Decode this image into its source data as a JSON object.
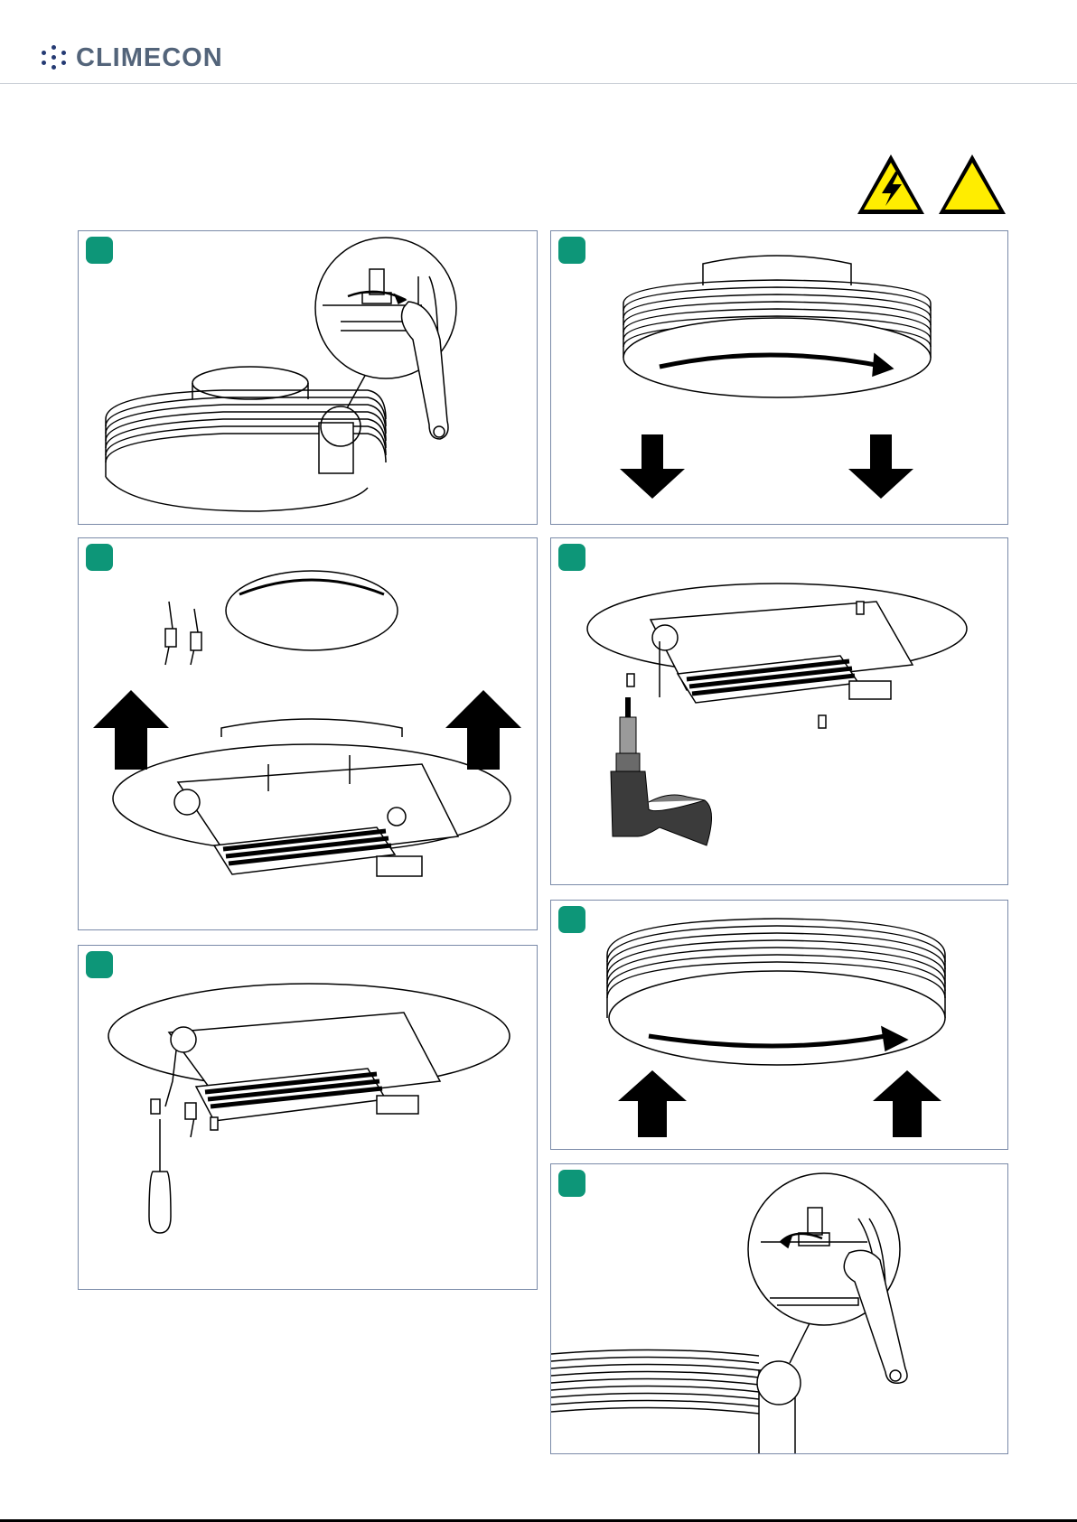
{
  "header": {
    "brand": "CLIMECON",
    "accent_color": "#243a73",
    "text_color": "#53647a"
  },
  "warnings": [
    {
      "icon": "electrical-hazard-icon",
      "color": "#ffed00"
    },
    {
      "icon": "general-warning-icon",
      "color": "#ffed00"
    }
  ],
  "steps": [
    {
      "badge": "",
      "illustration": "loosen-nut-wrench"
    },
    {
      "badge": "",
      "illustration": "rotate-and-lower-cover"
    },
    {
      "badge": "",
      "illustration": "lift-unit-disconnect-cables"
    },
    {
      "badge": "",
      "illustration": "drill-screws"
    },
    {
      "badge": "",
      "illustration": "screwdriver-wiring"
    },
    {
      "badge": "",
      "illustration": "raise-and-rotate-cover"
    },
    {
      "badge": "",
      "illustration": "tighten-nut-wrench"
    }
  ],
  "badge_color": "#0d9678"
}
